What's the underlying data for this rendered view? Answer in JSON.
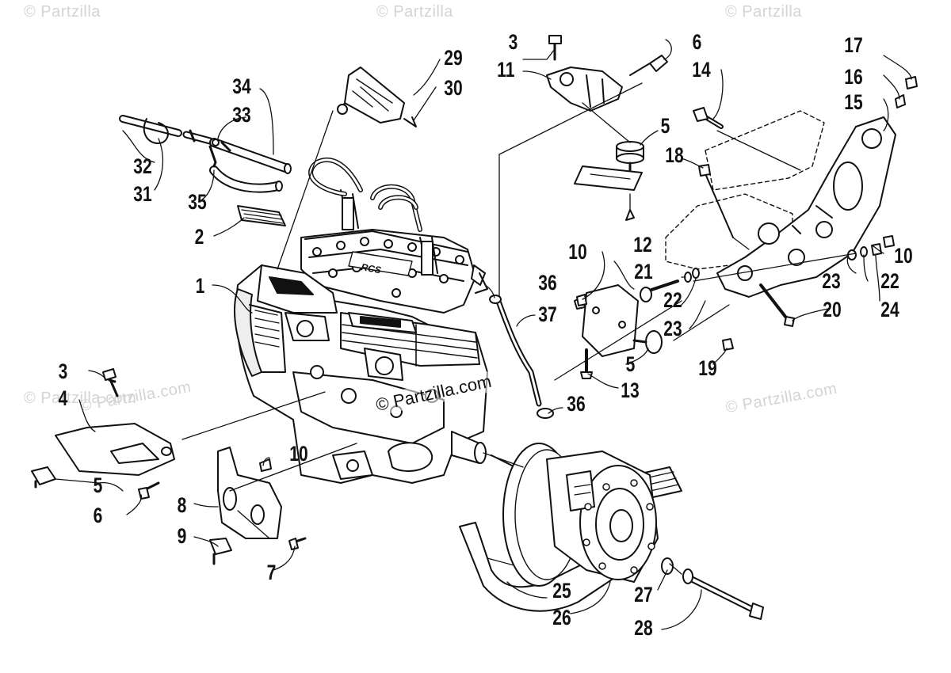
{
  "watermarks": [
    "© Partzilla",
    "© Partzilla",
    "© Partzilla",
    "© Partzilla.com",
    "© Partzilla.com",
    "© Partzilla.com"
  ],
  "center_watermark": "© Partzilla.com",
  "callouts": {
    "c1": "1",
    "c2": "2",
    "c3a": "3",
    "c3b": "3",
    "c4": "4",
    "c5a": "5",
    "c5b": "5",
    "c5c": "5",
    "c6a": "6",
    "c6b": "6",
    "c7": "7",
    "c8": "8",
    "c9": "9",
    "c10a": "10",
    "c10b": "10",
    "c10c": "10",
    "c11": "11",
    "c12": "12",
    "c13": "13",
    "c14": "14",
    "c15": "15",
    "c16": "16",
    "c17": "17",
    "c18": "18",
    "c19": "19",
    "c20": "20",
    "c21": "21",
    "c22a": "22",
    "c22b": "22",
    "c23a": "23",
    "c23b": "23",
    "c24": "24",
    "c25": "25",
    "c26": "26",
    "c27": "27",
    "c28": "28",
    "c29": "29",
    "c30": "30",
    "c31": "31",
    "c32": "32",
    "c33": "33",
    "c34": "34",
    "c35": "35",
    "c36a": "36",
    "c36b": "36",
    "c37": "37"
  },
  "colors": {
    "ink": "#111111",
    "watermark": "#d4d4d4",
    "paper": "#ffffff"
  }
}
